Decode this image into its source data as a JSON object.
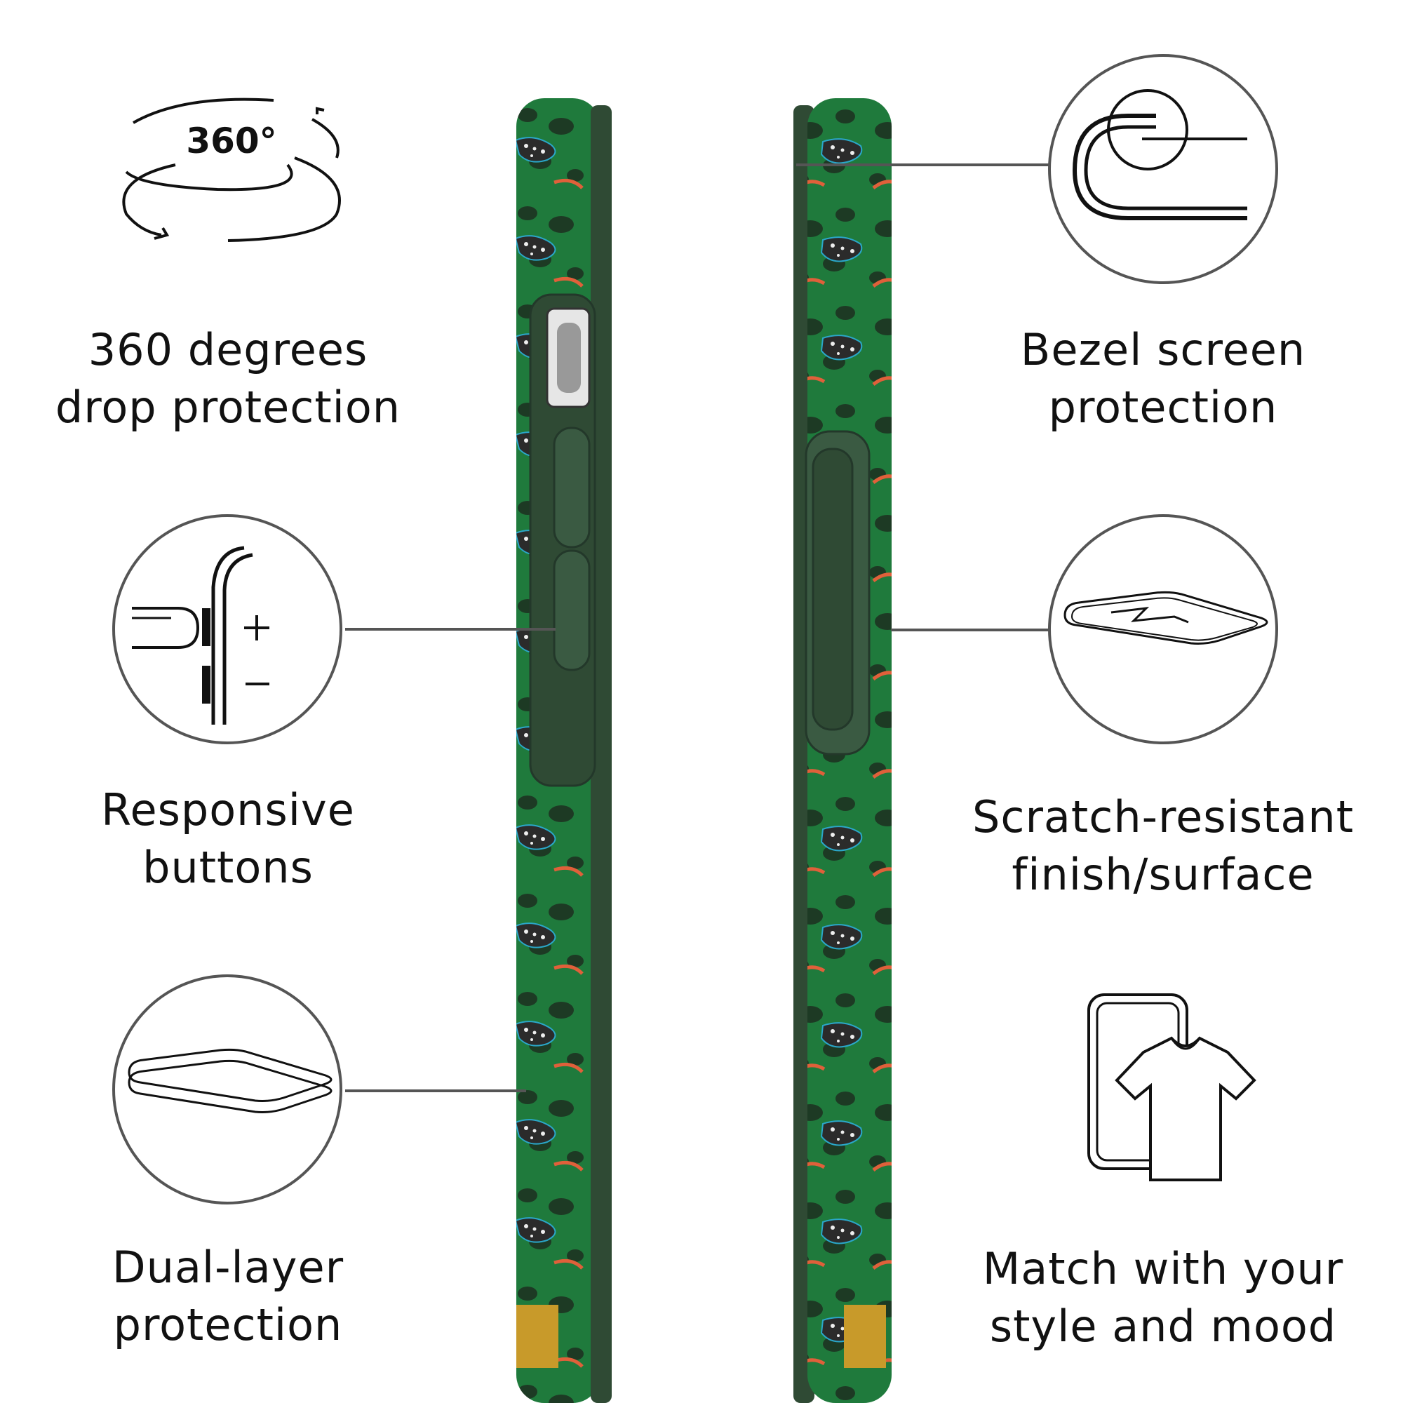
{
  "colors": {
    "case_green": "#1f7a3c",
    "case_dark_green": "#2f4a34",
    "line_gray": "#555555",
    "gold": "#c89a2a"
  },
  "badge": {
    "text": "360°"
  },
  "features": [
    {
      "line1": "360 degrees",
      "line2": "drop protection",
      "icon": "rotation-360-icon"
    },
    {
      "line1": "Responsive",
      "line2": "buttons",
      "icon": "side-buttons-icon"
    },
    {
      "line1": "Dual-layer",
      "line2": "protection",
      "icon": "dual-layer-icon"
    },
    {
      "line1": "Bezel screen",
      "line2": "protection",
      "icon": "raised-bezel-icon"
    },
    {
      "line1": "Scratch-resistant",
      "line2": "finish/surface",
      "icon": "scratch-resistant-icon"
    },
    {
      "line1": "Match with your",
      "line2": "style and mood",
      "icon": "phone-shirt-icon"
    }
  ]
}
